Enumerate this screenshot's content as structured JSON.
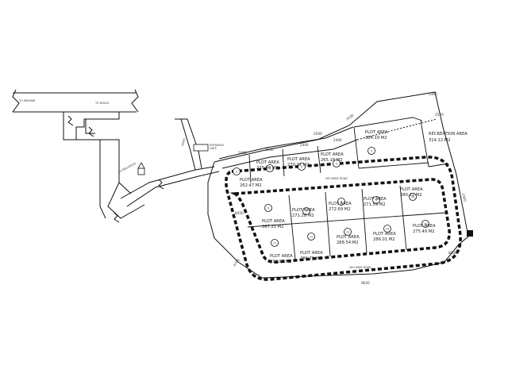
{
  "top_left": {
    "road_left": "TO MELMAR",
    "road_right": "TO DHULE",
    "side_label": "TO RELIGIOUS"
  },
  "nh_label": "ROAD",
  "gate": {
    "label1": "ENTRANCE",
    "label2": "GATE"
  },
  "top_right": {
    "dims": [
      "2300",
      "1430",
      "2590",
      "2570"
    ],
    "recreation_area": {
      "title": "RECREATION AREA",
      "value": "314.12 M2"
    }
  },
  "inner_road_top": "300 WIDE ROAD",
  "inner_road_bottom": "300 WIDE ROAD",
  "dims": {
    "top_row": [
      "2400",
      "4240",
      "2400",
      "2400"
    ],
    "left_side": "4790",
    "bottom": "9620",
    "right_side": "2300",
    "misc_a": "8450",
    "misc_b": "8430"
  },
  "plots": [
    {
      "id": "1",
      "label": "PLOT AREA",
      "value": "262.47 M2"
    },
    {
      "id": "2",
      "label": "PLOT AREA",
      "value": "275.94 M2"
    },
    {
      "id": "3",
      "label": "PLOT AREA",
      "value": "270.11 M2"
    },
    {
      "id": "4",
      "label": "PLOT AREA",
      "value": "265.18 M2"
    },
    {
      "id": "5",
      "label": "PLOT AREA",
      "value": "364.19 M2"
    },
    {
      "id": "6",
      "label": "PLOT AREA",
      "value": "367.25 M2"
    },
    {
      "id": "7",
      "label": "PLOT AREA",
      "value": "271.28 M2"
    },
    {
      "id": "8",
      "label": "PLOT AREA",
      "value": "272.69 M2"
    },
    {
      "id": "9",
      "label": "PLOT AREA",
      "value": "271.59 M2"
    },
    {
      "id": "10",
      "label": "PLOT AREA",
      "value": "280.22 M2"
    },
    {
      "id": "11",
      "label": "PLOT AREA",
      "value": "272.97 M2"
    },
    {
      "id": "12",
      "label": "PLOT AREA",
      "value": "286.79 M2"
    },
    {
      "id": "13",
      "label": "PLOT AREA",
      "value": "268.54 M2"
    },
    {
      "id": "14",
      "label": "PLOT AREA",
      "value": "286.01 M2"
    },
    {
      "id": "15",
      "label": "PLOT AREA",
      "value": "275.49 M2"
    }
  ]
}
